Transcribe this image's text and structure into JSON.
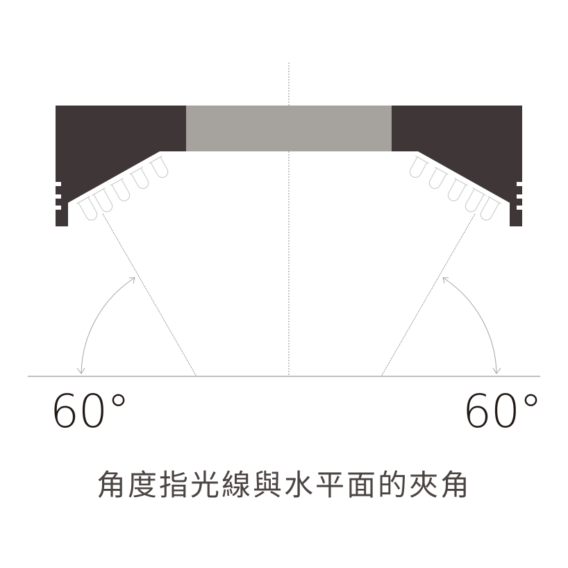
{
  "labels": {
    "left_angle": "60°",
    "right_angle": "60°",
    "caption": "角度指光線與水平面的夾角"
  },
  "colors": {
    "fixture_body": "#3f3638",
    "lens_panel": "#a6a29d",
    "led_outline": "#c9c9c9",
    "guide_line": "#8c8c8c",
    "dark_text": "#231a17",
    "caption_text": "#4a4442",
    "background": "#ffffff"
  },
  "icons": {
    "left_led_cluster": "led-bulb-icon",
    "right_led_cluster": "led-bulb-icon",
    "angle_arc": "curved-arrow-icon"
  }
}
